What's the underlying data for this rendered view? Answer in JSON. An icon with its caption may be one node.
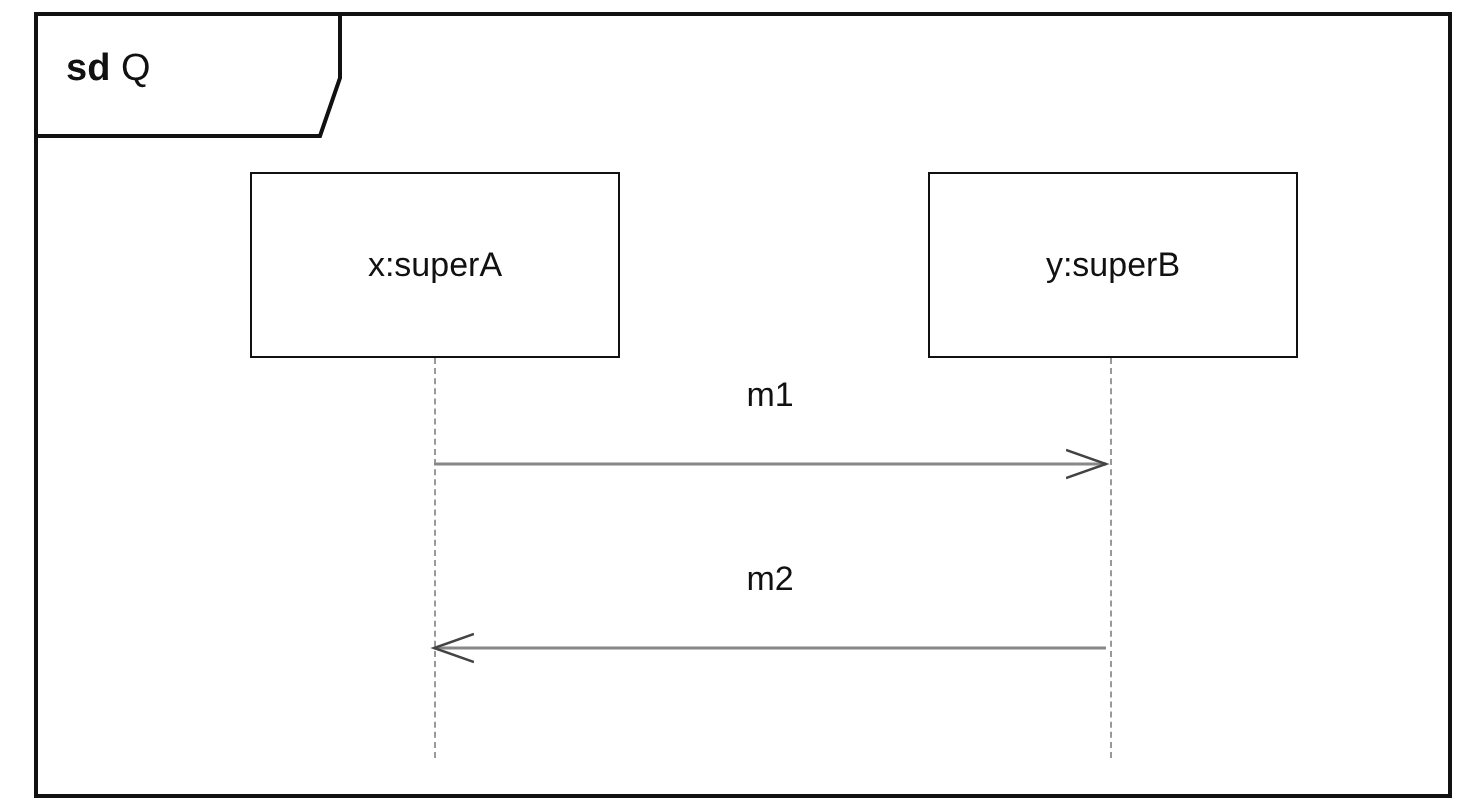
{
  "diagram": {
    "nodes": [
      {
        "text": [
          "**sd** Q"
        ]
      },
      {
        "text": [
          "x:superA"
        ],
        "in": 0
      },
      {
        "text": [
          "y:superB"
        ],
        "in": 0
      },
      {
        "text": [],
        "shape": "lifeline",
        "in": 0
      },
      {
        "text": [],
        "shape": "lifeline",
        "in": 0
      }
    ],
    "edges": [
      {
        "from": 3,
        "to": 4,
        "arrow": "to",
        "label": "m1"
      },
      {
        "from": 4,
        "to": 3,
        "arrow": "to",
        "label": "m2"
      }
    ]
  }
}
